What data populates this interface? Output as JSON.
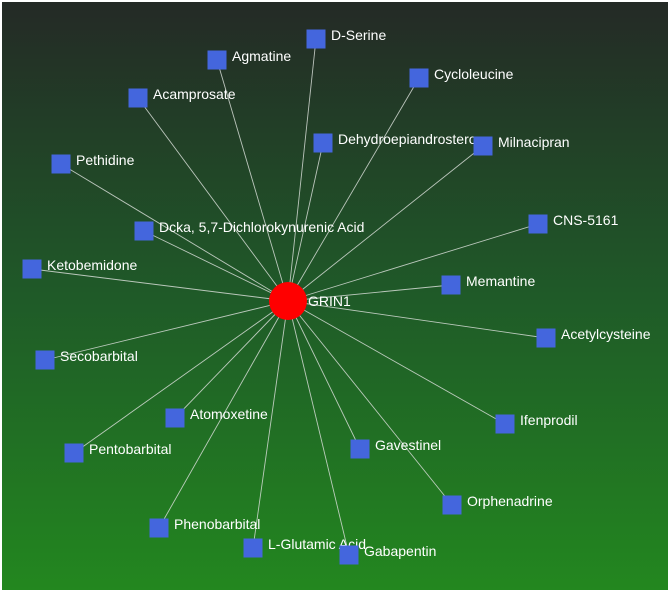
{
  "network": {
    "hub": {
      "label": "GRIN1",
      "color": "#ff0000"
    },
    "node_color": "#4466dd",
    "edge_color": "#d6dcd6",
    "nodes": [
      {
        "label": "D-Serine"
      },
      {
        "label": "Agmatine"
      },
      {
        "label": "Cycloleucine"
      },
      {
        "label": "Acamprosate"
      },
      {
        "label": "Dehydroepiandrosterone"
      },
      {
        "label": "Milnacipran"
      },
      {
        "label": "Pethidine"
      },
      {
        "label": "CNS-5161"
      },
      {
        "label": "Dcka, 5,7-Dichlorokynurenic Acid"
      },
      {
        "label": "Ketobemidone"
      },
      {
        "label": "Memantine"
      },
      {
        "label": "Acetylcysteine"
      },
      {
        "label": "Secobarbital"
      },
      {
        "label": "Atomoxetine"
      },
      {
        "label": "Ifenprodil"
      },
      {
        "label": "Pentobarbital"
      },
      {
        "label": "Gavestinel"
      },
      {
        "label": "Orphenadrine"
      },
      {
        "label": "Phenobarbital"
      },
      {
        "label": "L-Glutamic Acid"
      },
      {
        "label": "Gabapentin"
      }
    ]
  }
}
